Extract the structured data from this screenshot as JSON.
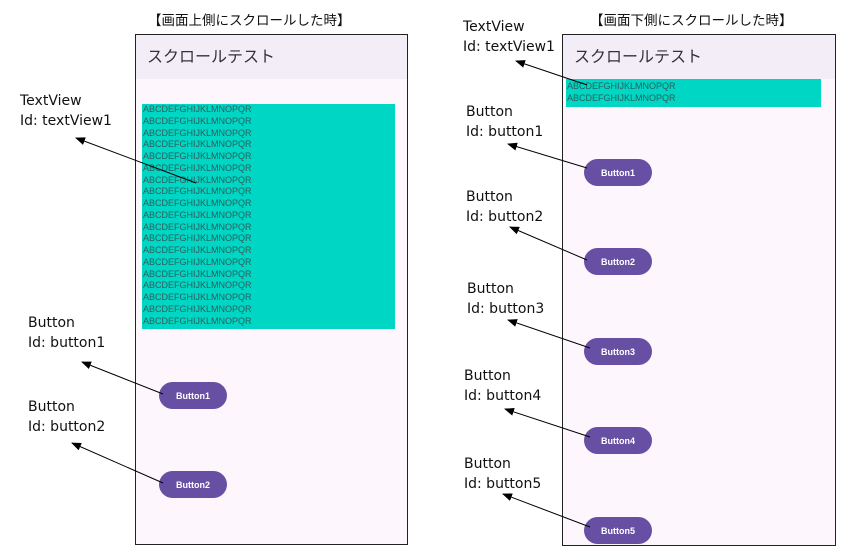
{
  "left": {
    "caption": "【画面上側にスクロールした時】",
    "app_title": "スクロールテスト",
    "textview_lines": [
      "ABCDEFGHIJKLMNOPQR",
      "ABCDEFGHIJKLMNOPQR",
      "ABCDEFGHIJKLMNOPQR",
      "ABCDEFGHIJKLMNOPQR",
      "ABCDEFGHIJKLMNOPQR",
      "ABCDEFGHIJKLMNOPQR",
      "ABCDEFGHIJKLMNOPQR",
      "ABCDEFGHIJKLMNOPQR",
      "ABCDEFGHIJKLMNOPQR",
      "ABCDEFGHIJKLMNOPQR",
      "ABCDEFGHIJKLMNOPQR",
      "ABCDEFGHIJKLMNOPQR",
      "ABCDEFGHIJKLMNOPQR",
      "ABCDEFGHIJKLMNOPQR",
      "ABCDEFGHIJKLMNOPQR",
      "ABCDEFGHIJKLMNOPQR",
      "ABCDEFGHIJKLMNOPQR",
      "ABCDEFGHIJKLMNOPQR",
      "ABCDEFGHIJKLMNOPQR"
    ],
    "buttons": [
      "Button1",
      "Button2"
    ],
    "labels": [
      {
        "type": "TextView",
        "id": "Id: textView1"
      },
      {
        "type": "Button",
        "id": "Id: button1"
      },
      {
        "type": "Button",
        "id": "Id: button2"
      }
    ]
  },
  "right": {
    "caption": "【画面下側にスクロールした時】",
    "app_title": "スクロールテスト",
    "textview_lines": [
      "ABCDEFGHIJKLMNOPQR",
      "ABCDEFGHIJKLMNOPQR"
    ],
    "buttons": [
      "Button1",
      "Button2",
      "Button3",
      "Button4",
      "Button5"
    ],
    "labels": [
      {
        "type": "TextView",
        "id": "Id: textView1"
      },
      {
        "type": "Button",
        "id": "Id: button1"
      },
      {
        "type": "Button",
        "id": "Id: button2"
      },
      {
        "type": "Button",
        "id": "Id: button3"
      },
      {
        "type": "Button",
        "id": "Id: button4"
      },
      {
        "type": "Button",
        "id": "Id: button5"
      }
    ]
  },
  "colors": {
    "appbar": "#f2edf6",
    "screen_background": "#fdf7fd",
    "textview_background": "#00d6c4",
    "button": "#6750a4",
    "arrow": "#000000"
  }
}
